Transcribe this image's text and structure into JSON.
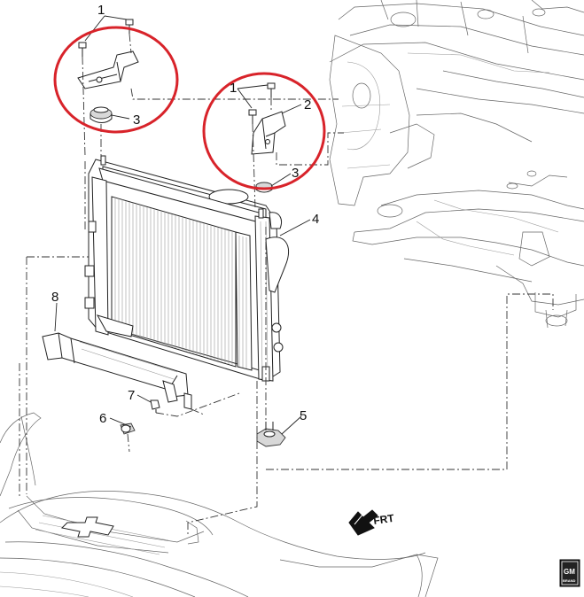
{
  "callouts": {
    "top_left_1": "1",
    "top_left_3": "3",
    "right_1": "1",
    "right_2": "2",
    "right_3": "3",
    "radiator_4": "4",
    "mount_5": "5",
    "bolt_6": "6",
    "clip_7": "7",
    "deflector_8": "8"
  },
  "frt_label": "FRT",
  "logo": {
    "line1": "GM",
    "line2": "BRAND"
  },
  "colors": {
    "highlight_ring": "#d8232a",
    "line": "#222222",
    "background": "#ffffff"
  }
}
